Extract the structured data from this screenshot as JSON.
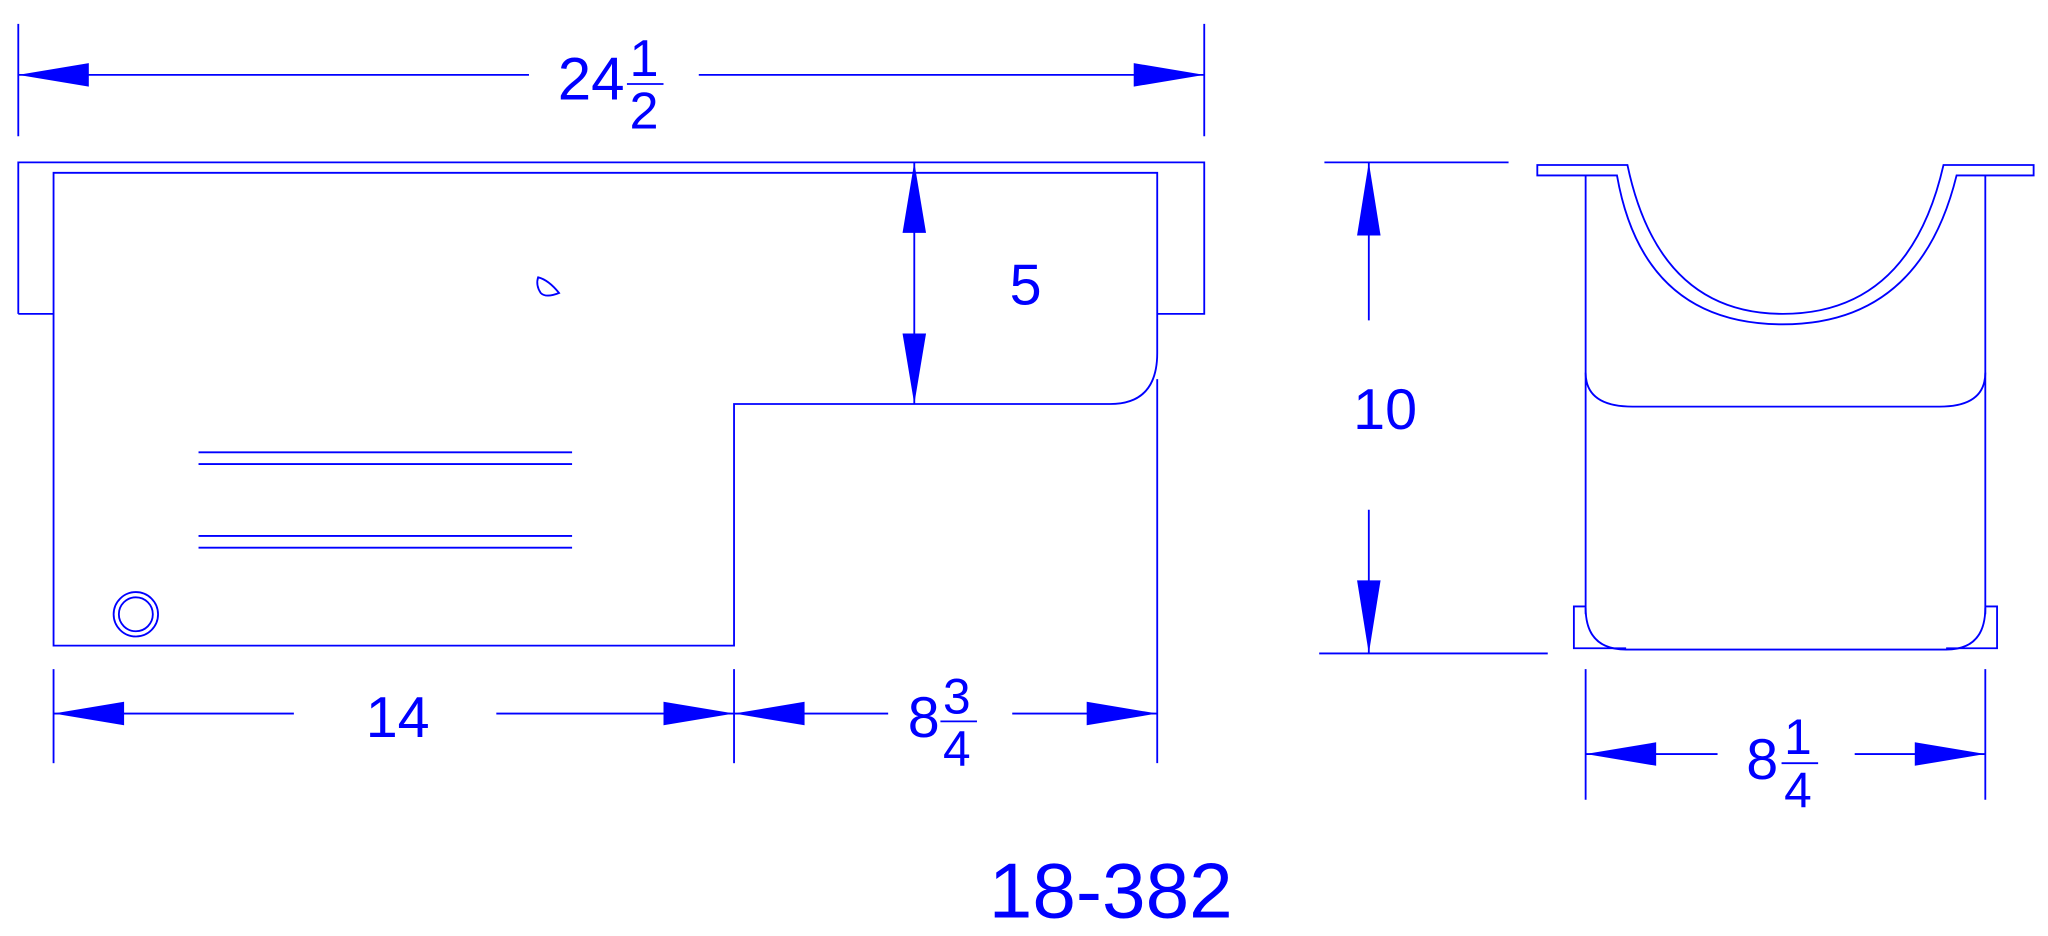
{
  "color": "#0000ff",
  "dimensions": {
    "overall_length": {
      "whole": "24",
      "num": "1",
      "den": "2"
    },
    "depth_shallow": "5",
    "sump_offset": "14",
    "sump_length": {
      "whole": "8",
      "num": "3",
      "den": "4"
    },
    "total_depth": "10",
    "sump_width": {
      "whole": "8",
      "num": "1",
      "den": "4"
    }
  },
  "part_number": "18-382"
}
